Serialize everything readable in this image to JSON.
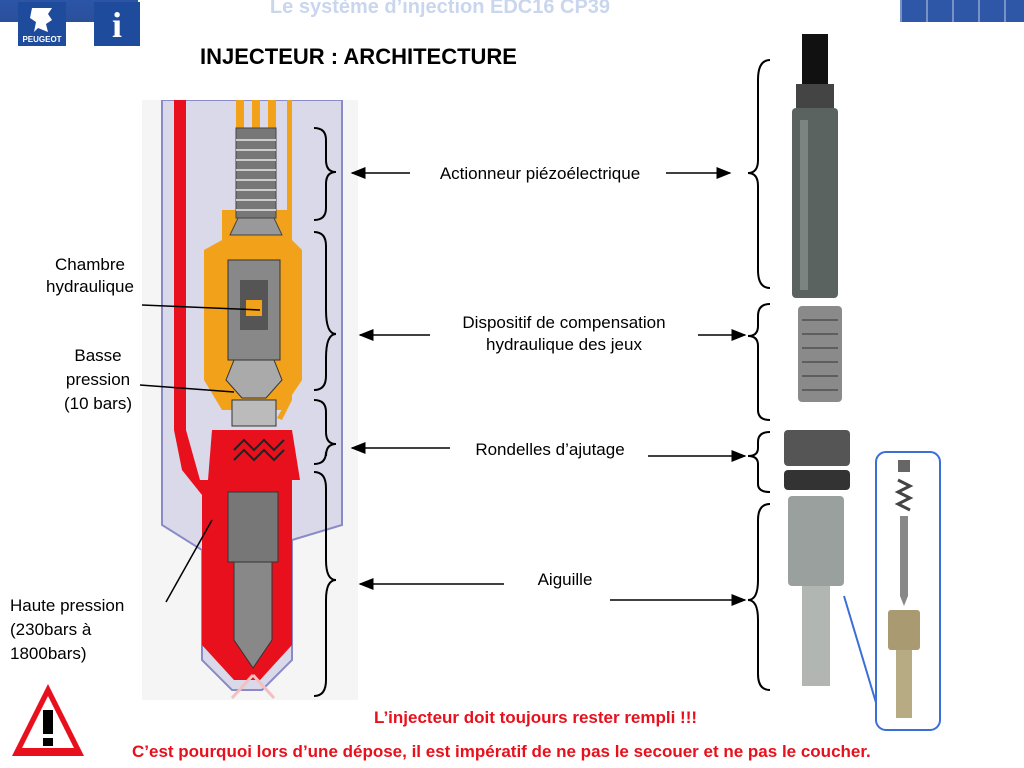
{
  "header": {
    "title": "Le système d’injection EDC16 CP39",
    "logo_text": "PEUGEOT",
    "info_glyph": "i",
    "logo_icon": "lion-icon",
    "info_icon": "info-icon"
  },
  "slide": {
    "heading": "INJECTEUR : ARCHITECTURE",
    "labels": {
      "chambre": [
        "Chambre",
        "hydraulique"
      ],
      "basse": [
        "Basse",
        "pression",
        "(10 bars)"
      ],
      "haute": [
        "Haute pression",
        "(230bars à",
        "1800bars)"
      ],
      "actionneur": "Actionneur piézoélectrique",
      "dispositif": [
        "Dispositif de compensation",
        "hydraulique des jeux"
      ],
      "rondelles": "Rondelles d’ajutage",
      "aiguille": "Aiguille"
    },
    "warning_1": "L’injecteur doit toujours rester rempli !!!",
    "warning_2": "C’est pourquoi lors d’une dépose, il est impératif de ne pas le secouer et ne pas le coucher."
  },
  "colors": {
    "red": "#e8101c",
    "orange": "#f2a21a",
    "blue": "#2d55a7"
  }
}
